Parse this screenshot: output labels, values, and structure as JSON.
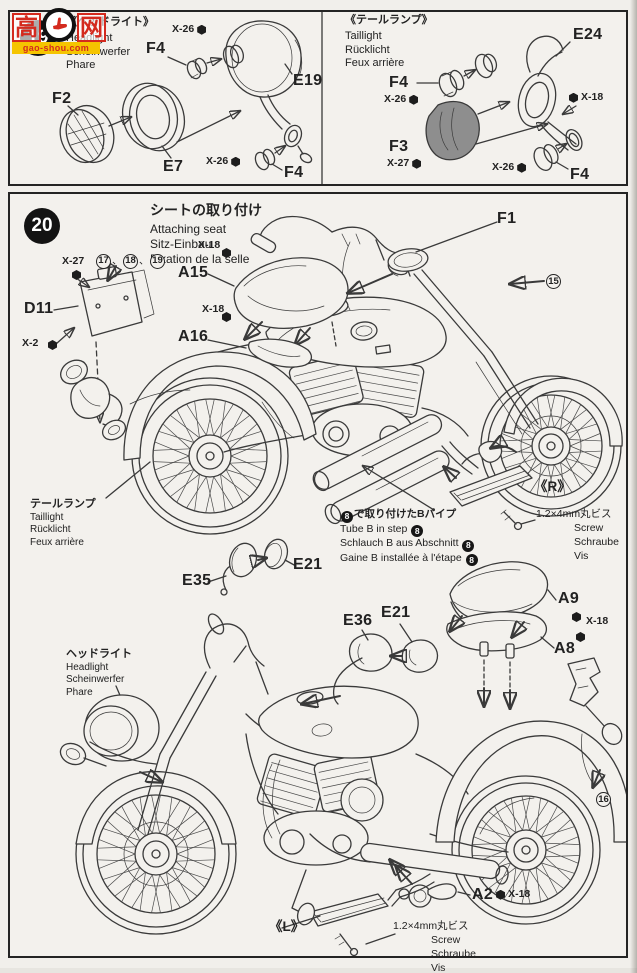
{
  "watermark": {
    "left": "高",
    "right": "网",
    "site": "gao-shou.com"
  },
  "colors": {
    "paper": "#f3f1ed",
    "ink": "#3a3a3a",
    "red": "#d42a1e",
    "yellow": "#f5c400",
    "shade": "#8e8e8e"
  },
  "step19": {
    "number": "19",
    "headlight": {
      "title": "《ヘッドライト》",
      "en": "Headlight",
      "de": "Scheinwerfer",
      "fr": "Phare",
      "f2": "F2",
      "e7": "E7",
      "f4_top": "F4",
      "x26_top": "X-26",
      "e19": "E19",
      "x26_bottom": "X-26",
      "f4_bottom": "F4"
    },
    "taillight": {
      "title": "《テールランプ》",
      "en": "Taillight",
      "de": "Rücklicht",
      "fr": "Feux arrière",
      "f4_top": "F4",
      "x26_top": "X-26",
      "f3": "F3",
      "x27": "X-27",
      "e24": "E24",
      "x18": "X-18",
      "x26_bottom": "X-26",
      "f4_bottom": "F4"
    }
  },
  "step20": {
    "number": "20",
    "title": "シートの取り付け",
    "en": "Attaching seat",
    "de": "Sitz-Einbau",
    "fr": "Fixation de la selle",
    "labels": {
      "x27": "X-27",
      "n17": "17",
      "n18": "18",
      "n19": "19",
      "comma": "、",
      "d11": "D11",
      "x2": "X-2",
      "a15": "A15",
      "x18": "X-18",
      "a16": "A16",
      "f1": "F1",
      "n15": "15",
      "e35": "E35",
      "e21": "E21",
      "e36": "E36",
      "a9": "A9",
      "a8": "A8",
      "a2": "A2",
      "n16": "16",
      "r": "《R》",
      "l": "《L》"
    },
    "taillight_note": {
      "jp": "テールランプ",
      "en": "Taillight",
      "de": "Rücklicht",
      "fr": "Feux arrière"
    },
    "headlight_note": {
      "jp": "ヘッドライト",
      "en": "Headlight",
      "de": "Scheinwerfer",
      "fr": "Phare"
    },
    "tube_note": {
      "n": "8",
      "jp": "で取り付けたBパイプ",
      "en": "Tube B in step",
      "de": "Schlauch B aus Abschnitt",
      "fr": "Gaine B installée à l'étape"
    },
    "screw_note": {
      "size": "1.2×4mm丸ビス",
      "en": "Screw",
      "de": "Schraube",
      "fr": "Vis"
    }
  }
}
